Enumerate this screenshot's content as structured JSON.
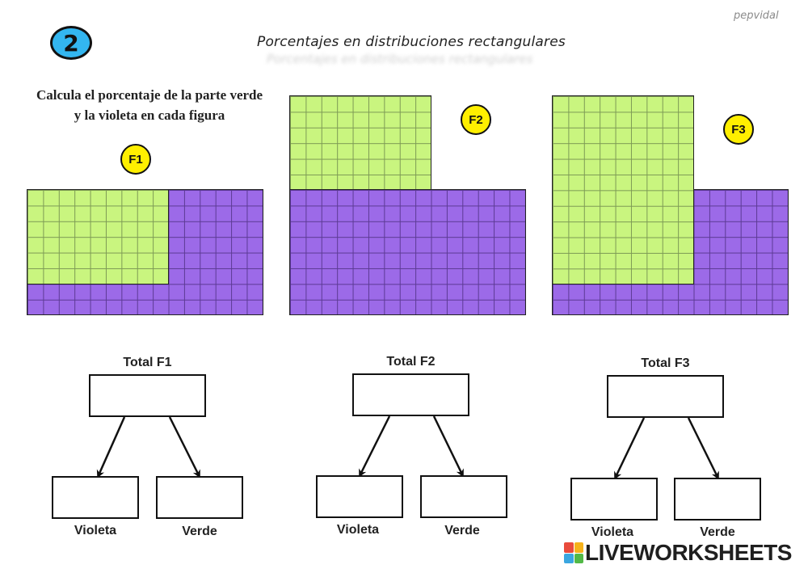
{
  "author": "pepvidal",
  "exercise_number": "2",
  "title": "Porcentajes en distribuciones rectangulares",
  "instructions": "Calcula el porcentaje de la parte verde y la violeta en cada figura",
  "figures": [
    {
      "badge": "F1",
      "total_label": "Total F1",
      "violet_label": "Violeta",
      "green_label": "Verde"
    },
    {
      "badge": "F2",
      "total_label": "Total F2",
      "violet_label": "Violeta",
      "green_label": "Verde"
    },
    {
      "badge": "F3",
      "total_label": "Total F3",
      "violet_label": "Violeta",
      "green_label": "Verde"
    }
  ],
  "colors": {
    "green": "#c9f57f",
    "violet": "#9c6ae8",
    "badge_blue": "#33b6f0",
    "badge_yellow": "#ffef00"
  },
  "logo": {
    "text": "LIVEWORKSHEETS"
  }
}
